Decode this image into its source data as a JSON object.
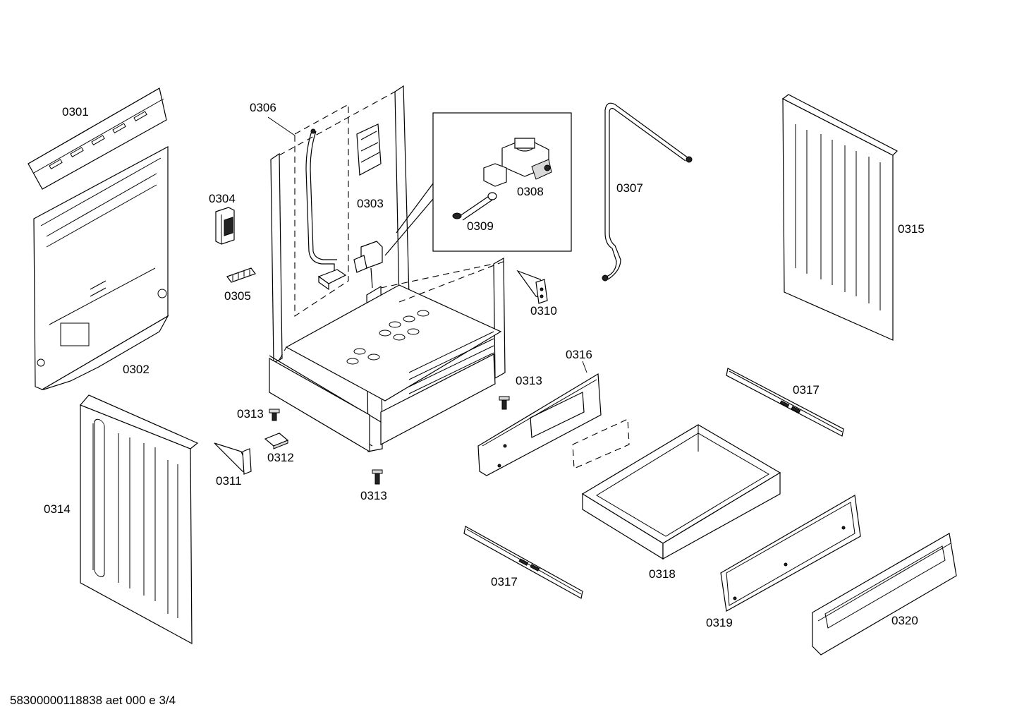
{
  "labels": {
    "p0301": "0301",
    "p0302": "0302",
    "p0303": "0303",
    "p0304": "0304",
    "p0305": "0305",
    "p0306": "0306",
    "p0307": "0307",
    "p0308": "0308",
    "p0309": "0309",
    "p0310": "0310",
    "p0311": "0311",
    "p0312": "0312",
    "p0313a": "0313",
    "p0313b": "0313",
    "p0313c": "0313",
    "p0314": "0314",
    "p0315": "0315",
    "p0316": "0316",
    "p0317a": "0317",
    "p0317b": "0317",
    "p0318": "0318",
    "p0319": "0319",
    "p0320": "0320"
  },
  "footer": "58300000118838 aet 000 e 3/4"
}
